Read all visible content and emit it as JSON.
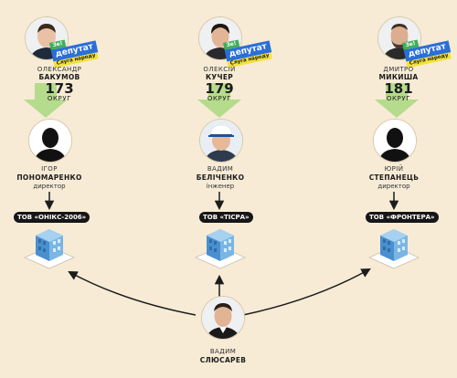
{
  "colors": {
    "background": "#f7ebd6",
    "arrow_green": "#b5db8c",
    "badge_green": "#3fae5a",
    "badge_blue": "#2a6fd8",
    "badge_yellow": "#f2e23a",
    "building_blue": "#5aa0d8",
    "pill_black": "#161616"
  },
  "icons": {
    "avatar": "person-photo-icon",
    "silhouette": "person-silhouette-icon",
    "building": "office-building-icon",
    "arrow": "arrow-icon"
  },
  "badge": {
    "top": "Зе!",
    "main": "депутат",
    "sub": "Слуга народу"
  },
  "columns": [
    {
      "deputy": {
        "first": "ОЛЕКСАНДР",
        "last": "БАКУМОВ",
        "district": "173",
        "district_label": "ОКРУГ"
      },
      "director": {
        "first": "ІГОР",
        "last": "ПОНОМАРЕНКО",
        "role": "директор"
      },
      "company": "ТОВ «ОНІКС-2006»"
    },
    {
      "deputy": {
        "first": "ОЛЕКСІЙ",
        "last": "КУЧЕР",
        "district": "179",
        "district_label": "ОКРУГ"
      },
      "director": {
        "first": "ВАДИМ",
        "last": "БЕЛІЧЕНКО",
        "role": "інженер"
      },
      "company": "ТОВ «ТІСРА»"
    },
    {
      "deputy": {
        "first": "ДМИТРО",
        "last": "МИКИША",
        "district": "181",
        "district_label": "ОКРУГ"
      },
      "director": {
        "first": "ЮРІЙ",
        "last": "СТЕПАНЕЦЬ",
        "role": "директор"
      },
      "company": "ТОВ «ФРОНТЕРА»"
    }
  ],
  "controller": {
    "first": "ВАДИМ",
    "last": "СЛЮСАРЕВ"
  }
}
